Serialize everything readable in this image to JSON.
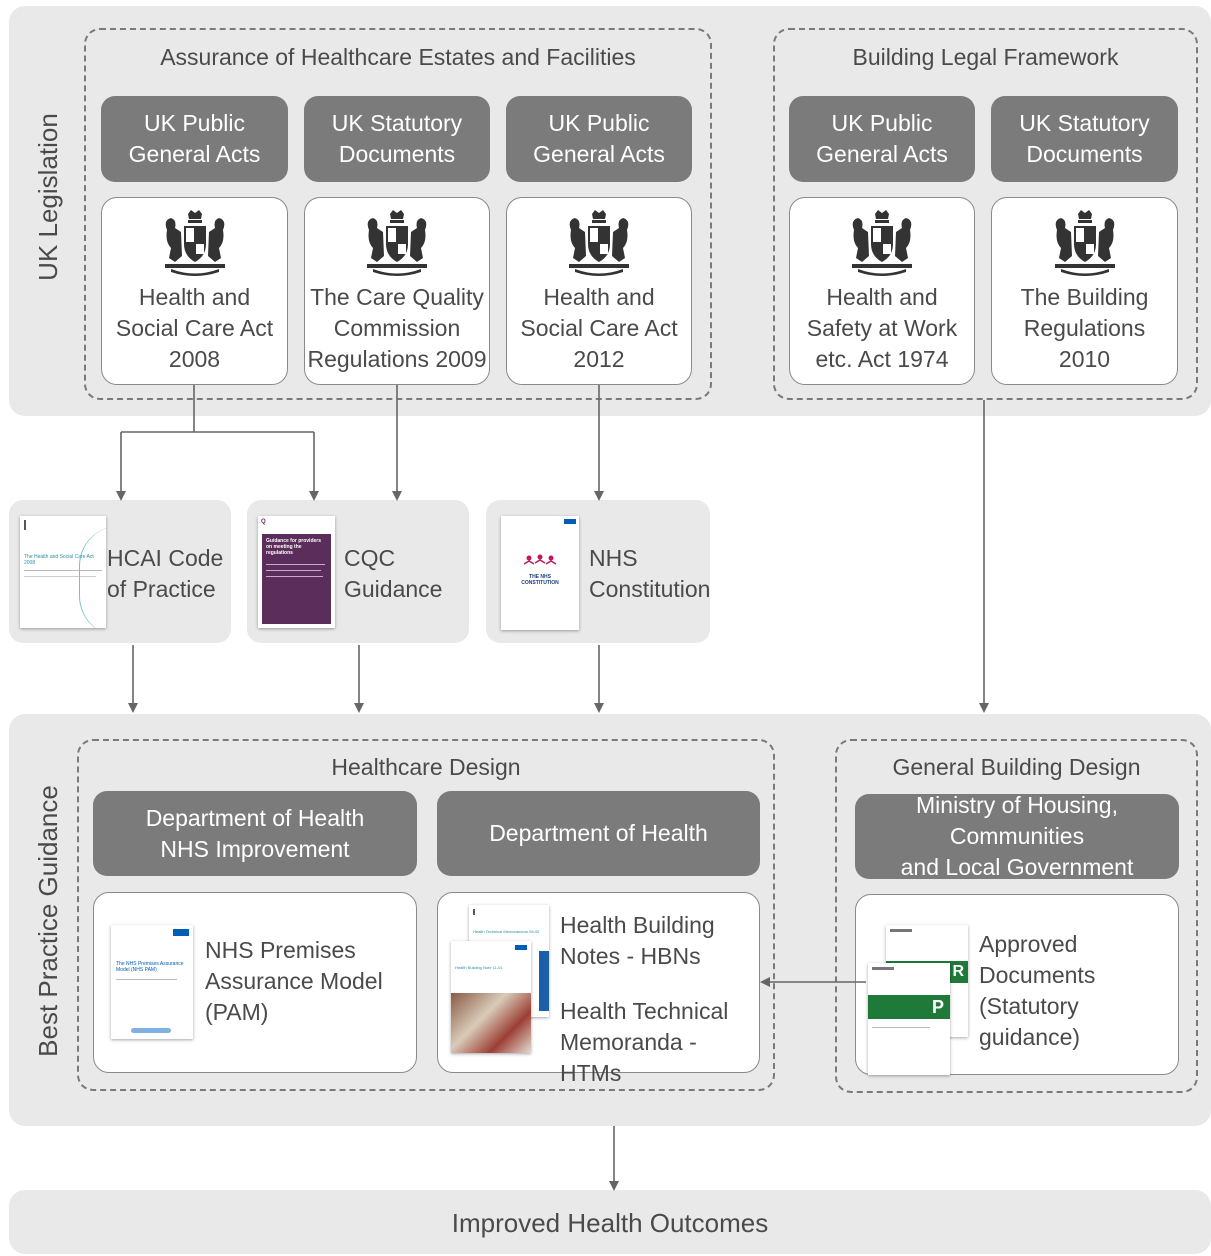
{
  "row_labels": {
    "uk_legislation": "UK Legislation",
    "best_practice": "Best Practice Guidance"
  },
  "assurance": {
    "title": "Assurance of Healthcare Estates and Facilities",
    "headers": [
      [
        "UK Public",
        "General Acts"
      ],
      [
        "UK Statutory",
        "Documents"
      ],
      [
        "UK Public",
        "General Acts"
      ]
    ],
    "acts": [
      [
        "Health and",
        "Social Care Act",
        "2008"
      ],
      [
        "The Care Quality",
        "Commission",
        "Regulations 2009"
      ],
      [
        "Health and",
        "Social Care Act",
        "2012"
      ]
    ]
  },
  "building_framework": {
    "title": "Building Legal Framework",
    "headers": [
      [
        "UK Public",
        "General Acts"
      ],
      [
        "UK Statutory",
        "Documents"
      ]
    ],
    "acts": [
      [
        "Health and",
        "Safety at Work",
        "etc. Act 1974"
      ],
      [
        "The Building",
        "Regulations",
        "2010"
      ]
    ]
  },
  "guidance_docs": [
    {
      "line1": "HCAI Code",
      "line2": "of Practice",
      "cover": "The Health and Social Care Act 2008"
    },
    {
      "line1": "CQC",
      "line2": "Guidance",
      "cover": "Guidance for providers on meeting the regulations"
    },
    {
      "line1": "NHS",
      "line2": "Constitution",
      "cover": "THE NHS CONSTITUTION"
    }
  ],
  "healthcare_design": {
    "title": "Healthcare Design",
    "header1": [
      "Department of Health",
      "NHS Improvement"
    ],
    "header2": "Department of Health",
    "pam": [
      "NHS Premises",
      "Assurance Model",
      "(PAM)"
    ],
    "hbn": [
      "Health Building",
      "Notes - HBNs"
    ],
    "htm": [
      "Health Technical",
      "Memoranda - HTMs"
    ]
  },
  "general_building": {
    "title": "General Building Design",
    "header": [
      "Ministry of Housing, Communities",
      "and Local Government"
    ],
    "approved": [
      "Approved",
      "Documents",
      "(Statutory guidance)"
    ],
    "cover_letters": [
      "R",
      "P"
    ]
  },
  "outcome": "Improved Health Outcomes",
  "colors": {
    "band": "#e9e9e9",
    "dark_box": "#7b7b7b",
    "cqc_purple": "#5b2d5b",
    "approved_green": "#1f7a3a",
    "nhs_blue": "#005eb8"
  }
}
